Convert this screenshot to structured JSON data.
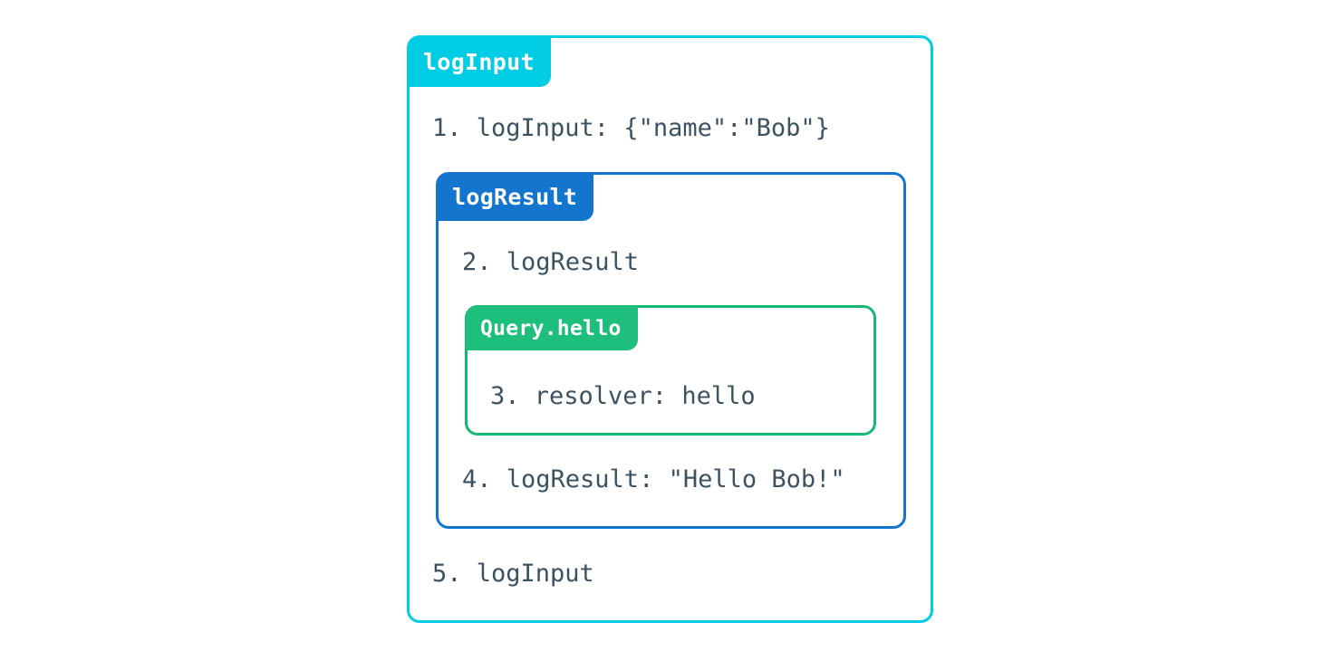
{
  "diagram": {
    "title": "logInput",
    "boxes": {
      "log_input": {
        "badge_label": "logInput",
        "color": "#00cde4",
        "lines": {
          "first": "1. logInput: {\"name\":\"Bob\"}",
          "last": "5. logInput"
        }
      },
      "log_result": {
        "badge_label": "logResult",
        "color": "#1475ce",
        "lines": {
          "first": "2. logResult",
          "last": "4. logResult: \"Hello Bob!\""
        }
      },
      "query_hello": {
        "badge_label": "Query.hello",
        "color": "#1ebf7c",
        "lines": {
          "first": "3. resolver: hello"
        }
      }
    },
    "trace_text_color": "#3d5261",
    "background_color": "#ffffff"
  }
}
